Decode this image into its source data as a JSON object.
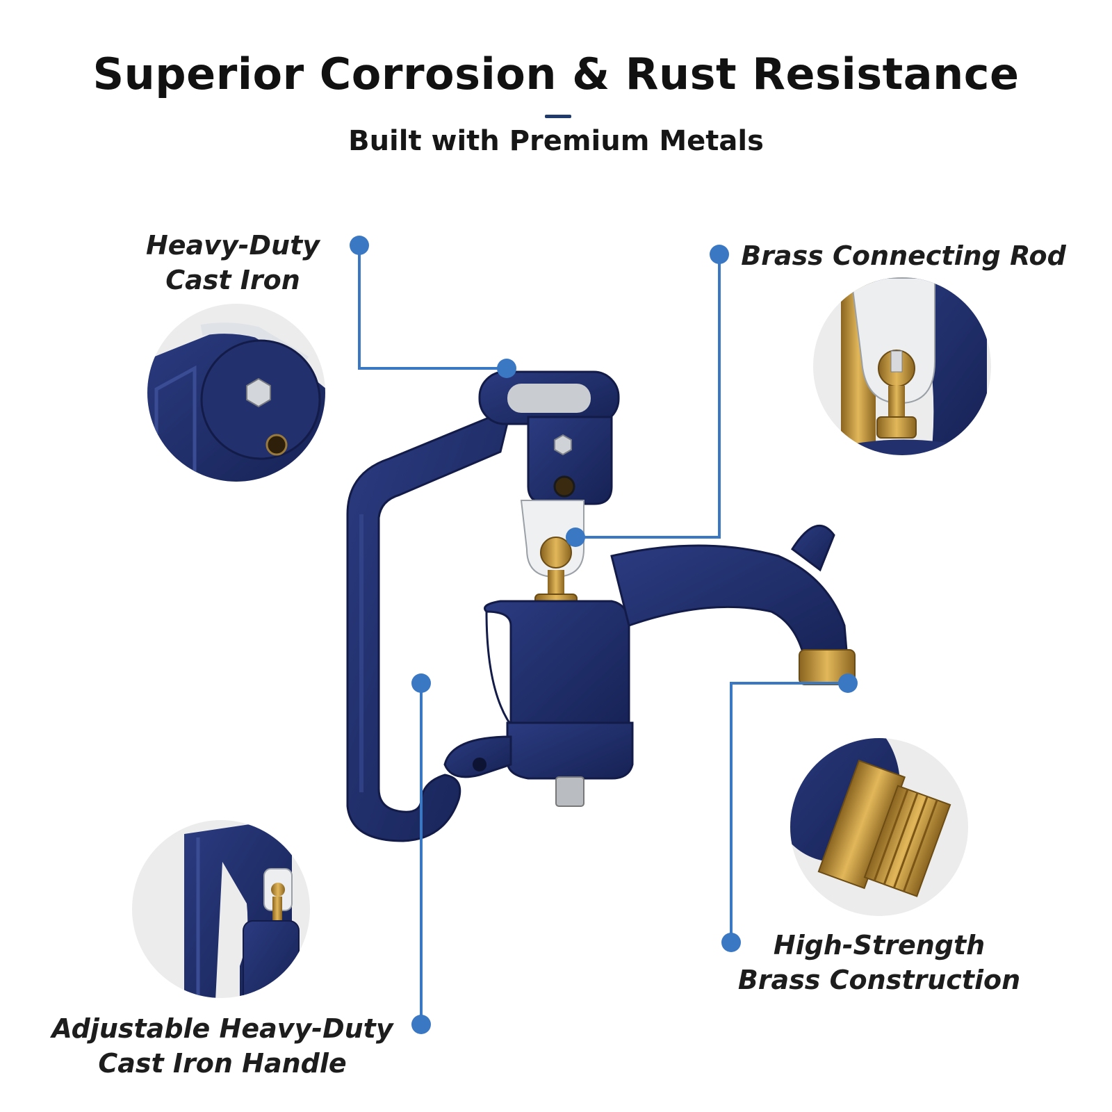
{
  "header": {
    "title": "Superior Corrosion & Rust Resistance",
    "subtitle": "Built with Premium Metals"
  },
  "callouts": [
    {
      "id": "heavy-duty-cast-iron",
      "lines": [
        "Heavy-Duty",
        "Cast Iron"
      ]
    },
    {
      "id": "brass-connecting-rod",
      "lines": [
        "Brass Connecting Rod"
      ]
    },
    {
      "id": "high-strength-brass",
      "lines": [
        "High-Strength",
        "Brass Construction"
      ]
    },
    {
      "id": "adjustable-handle",
      "lines": [
        "Adjustable Heavy-Duty",
        "Cast Iron Handle"
      ]
    }
  ],
  "colors": {
    "pump_blue": "#1f2d66",
    "leader_blue": "#3b78c4",
    "brass": "#c99a3c",
    "steel": "#d9dcdf",
    "circle_bg": "#ececec"
  }
}
